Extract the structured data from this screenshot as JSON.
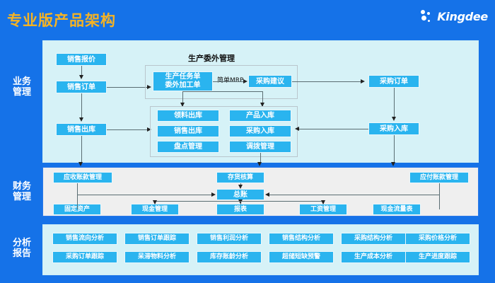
{
  "header": {
    "title": "专业版产品架构",
    "brand": "Kingdee",
    "brand_icon": "kingdee-dots-logo"
  },
  "sidebar": {
    "items": [
      {
        "id": "business",
        "line1": "业务",
        "line2": "管理"
      },
      {
        "id": "finance",
        "line1": "财务",
        "line2": "管理"
      },
      {
        "id": "analysis",
        "line1": "分析",
        "line2": "报告"
      }
    ]
  },
  "business": {
    "left_flow": [
      {
        "label": "销售报价"
      },
      {
        "label": "销售订单"
      },
      {
        "label": "销售出库"
      }
    ],
    "production_group": {
      "title": "生产委外管理",
      "task_order": "生产任务单\n委外加工单",
      "mrp_label": "简单MRP",
      "purchase_advice": "采购建议"
    },
    "inventory_group": {
      "left_column": [
        "领料出库",
        "销售出库",
        "盘点管理"
      ],
      "right_column": [
        "产品入库",
        "采购入库",
        "调拨管理"
      ]
    },
    "right_flow": [
      {
        "label": "采购订单"
      },
      {
        "label": "采购入库"
      }
    ]
  },
  "finance": {
    "top_row": [
      {
        "label": "应收账款管理"
      },
      {
        "label": "存货核算"
      },
      {
        "label": "应付账款管理"
      }
    ],
    "center": {
      "label": "总账"
    },
    "bottom_row": [
      {
        "label": "固定资产"
      },
      {
        "label": "现金管理"
      },
      {
        "label": "报表"
      },
      {
        "label": "工资管理"
      },
      {
        "label": "现金流量表"
      }
    ]
  },
  "analysis": {
    "row1": [
      "销售流向分析",
      "销售订单跟踪",
      "销售利润分析",
      "销售结构分析",
      "采购结构分析",
      "采购价格分析"
    ],
    "row2": [
      "采购订单跟踪",
      "呆滞物料分析",
      "库存账龄分析",
      "超储短缺预警",
      "生产成本分析",
      "生产进度跟踪"
    ]
  },
  "colors": {
    "background_blue": "#1572e8",
    "title_yellow": "#f5b324",
    "node_blue": "#2ab4ef",
    "panel_cyan": "#d6f2f7",
    "panel_gray": "#efefef",
    "connector": "#5a6d72"
  }
}
